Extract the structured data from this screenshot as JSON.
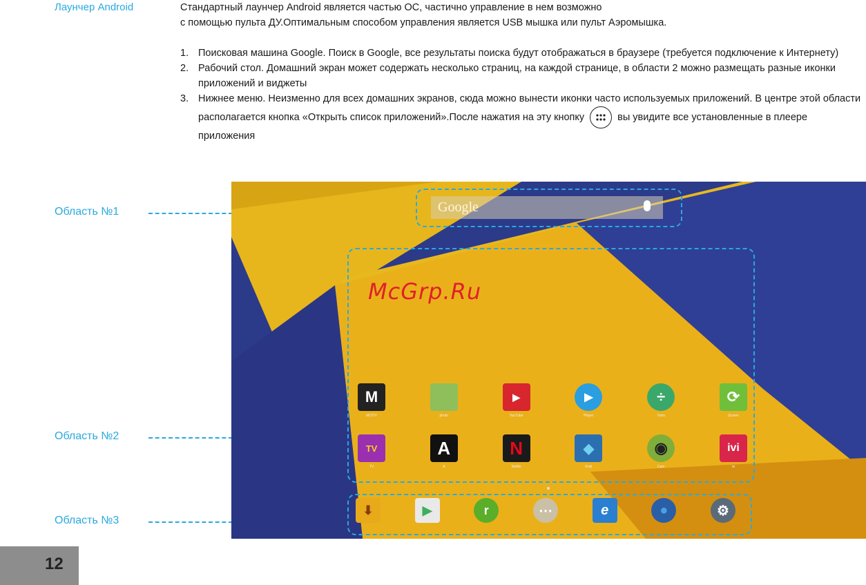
{
  "section_title": "Лаунчер Android",
  "intro": [
    "Стандартный лаунчер Android является частью ОС, частично управление в нем возможно",
    "с помощью пульта ДУ.Оптимальным способом управления является USB мышка или пульт Аэромышка."
  ],
  "steps": [
    {
      "num": "1.",
      "text": "Поисковая машина Google. Поиск в Google, все результаты поиска будут отображаться в браузере (требуется подключение к Интернету)"
    },
    {
      "num": "2.",
      "text": "Рабочий стол. Домашний экран может содержать несколько страниц, на каждой странице, в области 2 можно размещать разные иконки приложений и виджеты"
    },
    {
      "num": "3.",
      "text_before": "Нижнее меню. Неизменно для всех домашних экранов, сюда можно вынести иконки часто используемых приложений. В центре этой области располагается кнопка «Открыть список приложений».После нажатия на эту кнопку",
      "text_after": "вы увидите все установленные в плеере приложения"
    }
  ],
  "areas": {
    "area1": "Область №1",
    "area2": "Область №2",
    "area3": "Область №3"
  },
  "screen": {
    "search_text": "Google",
    "watermark": "McGrp.Ru",
    "row1": [
      {
        "icon": "m-app-icon",
        "glyph": "M",
        "bg": "#222222",
        "label": "MOTIV"
      },
      {
        "icon": "photo-grid-icon",
        "glyph": "",
        "bg": "#8fbf5a",
        "label": "photo"
      },
      {
        "icon": "youtube-icon",
        "glyph": "▶",
        "bg": "#d8262e",
        "label": "YouTube"
      },
      {
        "icon": "player-icon",
        "glyph": "▶",
        "bg": "#2a9ee0",
        "label": "Player"
      },
      {
        "icon": "tools-icon",
        "glyph": "÷",
        "bg": "#3aa86a",
        "label": "Tools"
      },
      {
        "icon": "screen-share-icon",
        "glyph": "⟳",
        "bg": "#6fbf3a",
        "label": "Screen"
      }
    ],
    "row2": [
      {
        "icon": "tv-app-icon",
        "glyph": "TV",
        "bg": "#9a2fb0",
        "label": "TV"
      },
      {
        "icon": "a-app-icon",
        "glyph": "A",
        "bg": "#111111",
        "label": "A"
      },
      {
        "icon": "netflix-icon",
        "glyph": "N",
        "bg": "#1a1a1a",
        "label": "Netflix"
      },
      {
        "icon": "kodi-icon",
        "glyph": "◆",
        "bg": "#2b6fb0",
        "label": "Kodi"
      },
      {
        "icon": "camera-app-icon",
        "glyph": "◉",
        "bg": "#7fae3a",
        "label": "Cam"
      },
      {
        "icon": "ivi-icon",
        "glyph": "ivi",
        "bg": "#d8264a",
        "label": "ivi"
      }
    ],
    "dock": [
      {
        "icon": "download-icon",
        "glyph": "⬇",
        "bg": "#e8a91a"
      },
      {
        "icon": "play-store-icon",
        "glyph": "▶",
        "bg": "#3fae5a"
      },
      {
        "icon": "green-app-icon",
        "glyph": "r",
        "bg": "#5aae2a"
      },
      {
        "icon": "all-apps-icon",
        "glyph": "⋯",
        "bg": "#c9c0a6"
      },
      {
        "icon": "browser-icon",
        "glyph": "e",
        "bg": "#2a7fd0"
      },
      {
        "icon": "globe-icon",
        "glyph": "●",
        "bg": "#2a5fa8"
      },
      {
        "icon": "settings-icon",
        "glyph": "⚙",
        "bg": "#5a6a78"
      }
    ]
  },
  "page_number": "12"
}
